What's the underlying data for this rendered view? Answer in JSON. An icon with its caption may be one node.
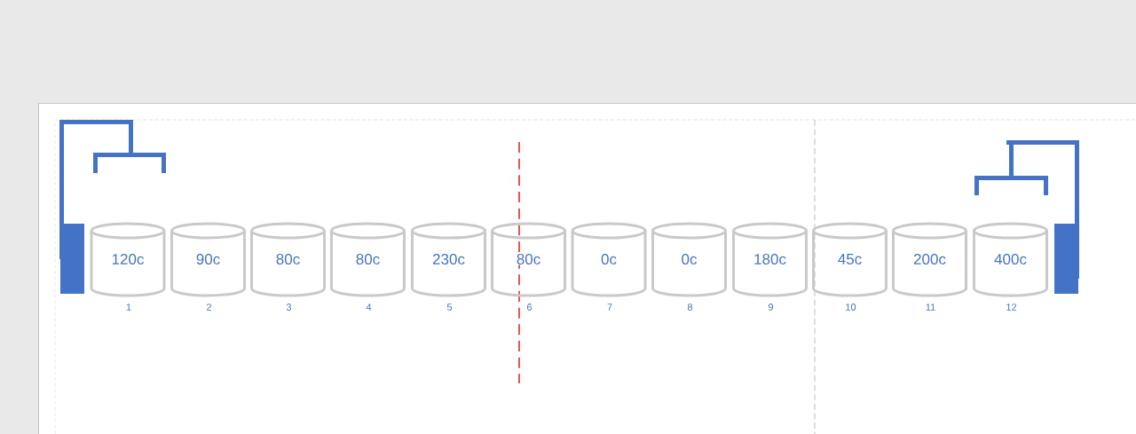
{
  "diagram": {
    "nodes": [
      {
        "text": [
          "120c"
        ],
        "beside": [
          "1"
        ]
      },
      {
        "text": [
          "90c"
        ],
        "beside": [
          "2"
        ]
      },
      {
        "text": [
          "80c"
        ],
        "beside": [
          "3"
        ]
      },
      {
        "text": [
          "80c"
        ],
        "beside": [
          "4"
        ]
      },
      {
        "text": [
          "230c"
        ],
        "beside": [
          "5"
        ]
      },
      {
        "text": [
          "80c"
        ],
        "beside": [
          "6"
        ]
      },
      {
        "text": [
          "0c"
        ],
        "beside": [
          "7"
        ]
      },
      {
        "text": [
          "0c"
        ],
        "beside": [
          "8"
        ]
      },
      {
        "text": [
          "180c"
        ],
        "beside": [
          "9"
        ]
      },
      {
        "text": [
          "45c"
        ],
        "beside": [
          "10"
        ]
      },
      {
        "text": [
          "200c"
        ],
        "beside": [
          "11"
        ]
      },
      {
        "text": [
          "400c"
        ],
        "beside": [
          "12"
        ]
      }
    ]
  }
}
